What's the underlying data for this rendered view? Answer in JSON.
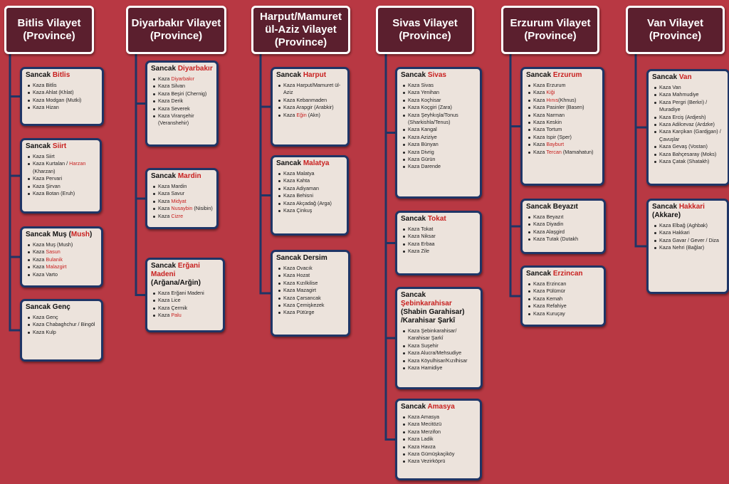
{
  "colors": {
    "background": "#b83843",
    "province_box": "#5b1f2e",
    "sancak_box": "#ece3dc",
    "connector": "#1f3566",
    "highlight_text": "#c8201f"
  },
  "provinces": [
    {
      "title": "Bitlis Vilayet\n(Province)",
      "sancaks": [
        {
          "title": [
            {
              "t": "Sancak "
            },
            {
              "t": "Bitlis",
              "hl": true
            }
          ],
          "kazas": [
            [
              {
                "t": "Kaza Bitlis"
              }
            ],
            [
              {
                "t": "Kaza Ahlat (Khlat)"
              }
            ],
            [
              {
                "t": "Kaza Modgan (Mutki)"
              }
            ],
            [
              {
                "t": "Kaza Hizan"
              }
            ]
          ]
        },
        {
          "title": [
            {
              "t": "Sancak "
            },
            {
              "t": "Siirt",
              "hl": true
            }
          ],
          "kazas": [
            [
              {
                "t": "Kaza Siirt"
              }
            ],
            [
              {
                "t": "Kaza Kurtalan / "
              },
              {
                "t": "Harzan",
                "hl": true
              },
              {
                "t": " (Kharzan)"
              }
            ],
            [
              {
                "t": "Kaza Pervari"
              }
            ],
            [
              {
                "t": "Kaza Şirvan"
              }
            ],
            [
              {
                "t": "Kaza Botan (Eruh)"
              }
            ]
          ]
        },
        {
          "title": [
            {
              "t": "Sancak Muş ("
            },
            {
              "t": "Mush",
              "hl": true
            },
            {
              "t": ")"
            }
          ],
          "kazas": [
            [
              {
                "t": "Kaza Muş (Mush)"
              }
            ],
            [
              {
                "t": "Kaza "
              },
              {
                "t": "Sasun",
                "hl": true
              }
            ],
            [
              {
                "t": "Kaza "
              },
              {
                "t": "Bulanik",
                "hl": true
              }
            ],
            [
              {
                "t": "Kaza "
              },
              {
                "t": "Malazgirt",
                "hl": true
              }
            ],
            [
              {
                "t": "Kaza Varto"
              }
            ]
          ]
        },
        {
          "title": [
            {
              "t": "Sancak Genç"
            }
          ],
          "kazas": [
            [
              {
                "t": "Kaza Genç"
              }
            ],
            [
              {
                "t": "Kaza Chabaghchur / Bingöl"
              }
            ],
            [
              {
                "t": "Kaza Kulp"
              }
            ]
          ]
        }
      ]
    },
    {
      "title": "Diyarbakır Vilayet\n(Province)",
      "sancaks": [
        {
          "title": [
            {
              "t": "Sancak "
            },
            {
              "t": "Diyarbakır",
              "hl": true
            }
          ],
          "kazas": [
            [
              {
                "t": "Kaza "
              },
              {
                "t": "Diyarbakır",
                "hl": true
              }
            ],
            [
              {
                "t": "Kaza Silvan"
              }
            ],
            [
              {
                "t": "Kaza Beşiri (Chernig)"
              }
            ],
            [
              {
                "t": "Kaza Derik"
              }
            ],
            [
              {
                "t": "Kaza Severek"
              }
            ],
            [
              {
                "t": "Kaza Viranşehir (Veranshehir)"
              }
            ]
          ]
        },
        {
          "title": [
            {
              "t": "Sancak "
            },
            {
              "t": "Mardin",
              "hl": true
            }
          ],
          "kazas": [
            [
              {
                "t": "Kaza Mardin"
              }
            ],
            [
              {
                "t": "Kaza Savur"
              }
            ],
            [
              {
                "t": "Kaza "
              },
              {
                "t": "Midyat",
                "hl": true
              }
            ],
            [
              {
                "t": "Kaza "
              },
              {
                "t": "Nusaybin",
                "hl": true
              },
              {
                "t": " (Nisibin)"
              }
            ],
            [
              {
                "t": "Kaza "
              },
              {
                "t": "Cizre",
                "hl": true
              }
            ]
          ]
        },
        {
          "title": [
            {
              "t": "Sancak  "
            },
            {
              "t": "Erğani Madeni",
              "hl": true
            },
            {
              "t": " (Arğana/Arğin)"
            }
          ],
          "kazas": [
            [
              {
                "t": "Kaza Erğani Madeni"
              }
            ],
            [
              {
                "t": "Kaza Lice"
              }
            ],
            [
              {
                "t": "Kaza Çermik"
              }
            ],
            [
              {
                "t": "Kaza "
              },
              {
                "t": "Palu",
                "hl": true
              }
            ]
          ]
        }
      ]
    },
    {
      "title": "Harput/Mamuret\nül-Aziz Vilayet\n(Province)",
      "sancaks": [
        {
          "title": [
            {
              "t": "Sancak "
            },
            {
              "t": "Harput",
              "hl": true
            }
          ],
          "kazas": [
            [
              {
                "t": "Kaza Harput/Mamuret ül-Aziz"
              }
            ],
            [
              {
                "t": "Kaza Kebanmaden"
              }
            ],
            [
              {
                "t": "Kaza Arapgir (Arabkir)"
              }
            ],
            [
              {
                "t": "Kaza "
              },
              {
                "t": "Eğin",
                "hl": true
              },
              {
                "t": " (Akn)"
              }
            ]
          ]
        },
        {
          "title": [
            {
              "t": "Sancak "
            },
            {
              "t": "Malatya",
              "hl": true
            }
          ],
          "kazas": [
            [
              {
                "t": "Kaza Malatya"
              }
            ],
            [
              {
                "t": "Kaza Kahta"
              }
            ],
            [
              {
                "t": "Kaza Adiyaman"
              }
            ],
            [
              {
                "t": "Kaza Behisni"
              }
            ],
            [
              {
                "t": "Kaza Akçadağ (Arga)"
              }
            ],
            [
              {
                "t": "Kaza Çinkuş"
              }
            ]
          ]
        },
        {
          "title": [
            {
              "t": "Sancak Dersim"
            }
          ],
          "kazas": [
            [
              {
                "t": "Kaza Ovacık"
              }
            ],
            [
              {
                "t": "Kaza Hozat"
              }
            ],
            [
              {
                "t": "Kaza  Kızılkilise"
              }
            ],
            [
              {
                "t": "Kaza Mazagirt"
              }
            ],
            [
              {
                "t": "Kaza Çarsancak"
              }
            ],
            [
              {
                "t": "Kaza Çemişkezek"
              }
            ],
            [
              {
                "t": "Kaza Pütürge"
              }
            ]
          ]
        }
      ]
    },
    {
      "title": "Sivas Vilayet\n(Province)",
      "sancaks": [
        {
          "title": [
            {
              "t": "Sancak "
            },
            {
              "t": "Sivas",
              "hl": true
            }
          ],
          "kazas": [
            [
              {
                "t": "Kaza Sivas"
              }
            ],
            [
              {
                "t": "Kaza Yenihan"
              }
            ],
            [
              {
                "t": "Kaza Koçhisar"
              }
            ],
            [
              {
                "t": "Kaza Koçgiri (Zara)"
              }
            ],
            [
              {
                "t": "Kaza Şeyhkışla/Tonus (Sharkishla/Tenus)"
              }
            ],
            [
              {
                "t": "Kaza Kangal"
              }
            ],
            [
              {
                "t": "Kaza Aziziye"
              }
            ],
            [
              {
                "t": "Kaza Bünyan"
              }
            ],
            [
              {
                "t": "Kaza Divrig"
              }
            ],
            [
              {
                "t": "Kaza Gürün"
              }
            ],
            [
              {
                "t": "Kaza Darende"
              }
            ]
          ]
        },
        {
          "title": [
            {
              "t": "Sancak "
            },
            {
              "t": "Tokat",
              "hl": true
            }
          ],
          "kazas": [
            [
              {
                "t": "Kaza Tokat"
              }
            ],
            [
              {
                "t": "Kaza Niksar"
              }
            ],
            [
              {
                "t": "Kaza Erbaa"
              }
            ],
            [
              {
                "t": "Kaza Zile"
              }
            ]
          ]
        },
        {
          "title": [
            {
              "t": "Sancak "
            },
            {
              "t": "Şebinkarahisar",
              "hl": true
            },
            {
              "t": " (Shabin Garahisar) /Karahisar Şarkî"
            }
          ],
          "kazas": [
            [
              {
                "t": "Kaza Şebinkarahisar/ Karahisar Şarkî"
              }
            ],
            [
              {
                "t": "Kaza Suşehir"
              }
            ],
            [
              {
                "t": "Kaza Alucra/Mehsudiye"
              }
            ],
            [
              {
                "t": "Kaza Köyulhisar/Kızılhisar"
              }
            ],
            [
              {
                "t": "Kaza Hamidiye"
              }
            ]
          ]
        },
        {
          "title": [
            {
              "t": "Sancak "
            },
            {
              "t": "Amasya",
              "hl": true
            }
          ],
          "kazas": [
            [
              {
                "t": "Kaza Amasya"
              }
            ],
            [
              {
                "t": "Kaza Mecitözü"
              }
            ],
            [
              {
                "t": "Kaza Merzifon"
              }
            ],
            [
              {
                "t": "Kaza Ladik"
              }
            ],
            [
              {
                "t": "Kaza Havza"
              }
            ],
            [
              {
                "t": "Kaza Gümüşkaçiköy"
              }
            ],
            [
              {
                "t": "Kaza Vezirköprü"
              }
            ]
          ]
        }
      ]
    },
    {
      "title": "Erzurum Vilayet\n(Province)",
      "sancaks": [
        {
          "title": [
            {
              "t": "Sancak "
            },
            {
              "t": "Erzurum",
              "hl": true
            }
          ],
          "kazas": [
            [
              {
                "t": "Kaza Erzurum"
              }
            ],
            [
              {
                "t": "Kaza "
              },
              {
                "t": "Kiği",
                "hl": true
              }
            ],
            [
              {
                "t": "Kaza "
              },
              {
                "t": "Hınıs",
                "hl": true
              },
              {
                "t": "(Khnus)"
              }
            ],
            [
              {
                "t": "Kaza Pasinler (Basen)"
              }
            ],
            [
              {
                "t": "Kaza Narman"
              }
            ],
            [
              {
                "t": "Kaza Keskin"
              }
            ],
            [
              {
                "t": "Kaza Tortum"
              }
            ],
            [
              {
                "t": "Kaza Ispir (Sper)"
              }
            ],
            [
              {
                "t": "Kaza "
              },
              {
                "t": "Bayburt",
                "hl": true
              }
            ],
            [
              {
                "t": "Kaza "
              },
              {
                "t": "Tercan",
                "hl": true
              },
              {
                "t": " (Mamahatun)"
              }
            ]
          ]
        },
        {
          "title": [
            {
              "t": "Sancak Beyazıt"
            }
          ],
          "kazas": [
            [
              {
                "t": "Kaza Beyazıt"
              }
            ],
            [
              {
                "t": "Kaza Diyadin"
              }
            ],
            [
              {
                "t": "Kaza  Alaşgird"
              }
            ],
            [
              {
                "t": "Kaza Tutak (Dutakh"
              }
            ]
          ]
        },
        {
          "title": [
            {
              "t": "Sancak "
            },
            {
              "t": "Erzincan",
              "hl": true
            }
          ],
          "kazas": [
            [
              {
                "t": "Kaza Erzincan"
              }
            ],
            [
              {
                "t": "Kaza Pülümür"
              }
            ],
            [
              {
                "t": "Kaza Kemah"
              }
            ],
            [
              {
                "t": "Kaza Refahiye"
              }
            ],
            [
              {
                "t": "Kaza Kuruçay"
              }
            ]
          ]
        }
      ]
    },
    {
      "title": "Van Vilayet\n(Province)",
      "sancaks": [
        {
          "title": [
            {
              "t": "Sancak "
            },
            {
              "t": "Van",
              "hl": true
            }
          ],
          "kazas": [
            [
              {
                "t": "Kaza Van"
              }
            ],
            [
              {
                "t": "Kaza Mahmudiye"
              }
            ],
            [
              {
                "t": "Kaza Pergri  (Berkri) / Muradiye"
              }
            ],
            [
              {
                "t": "Kaza Erciş (Ardjesh)"
              }
            ],
            [
              {
                "t": "Kaza Adilcevaz (Ardzke)"
              }
            ],
            [
              {
                "t": "Kaza Karçikan (Gardjgan) / Çavuşlar"
              }
            ],
            [
              {
                "t": "Kaza Gevaş (Vostan)"
              }
            ],
            [
              {
                "t": "Kaza Bahçesaray (Moks)"
              }
            ],
            [
              {
                "t": "Kaza Çatak (Shatakh)"
              }
            ]
          ]
        },
        {
          "title": [
            {
              "t": "Sancak "
            },
            {
              "t": "Hakkari",
              "hl": true
            },
            {
              "t": " (Akkare)"
            }
          ],
          "kazas": [
            [
              {
                "t": "Kaza Elbağ (Aghbak)"
              }
            ],
            [
              {
                "t": "Kaza Hakkari"
              }
            ],
            [
              {
                "t": "Kaza  Gavar  / Gever / Diza"
              }
            ],
            [
              {
                "t": "Kaza Nehri (Bağlar)"
              }
            ]
          ]
        }
      ]
    }
  ]
}
